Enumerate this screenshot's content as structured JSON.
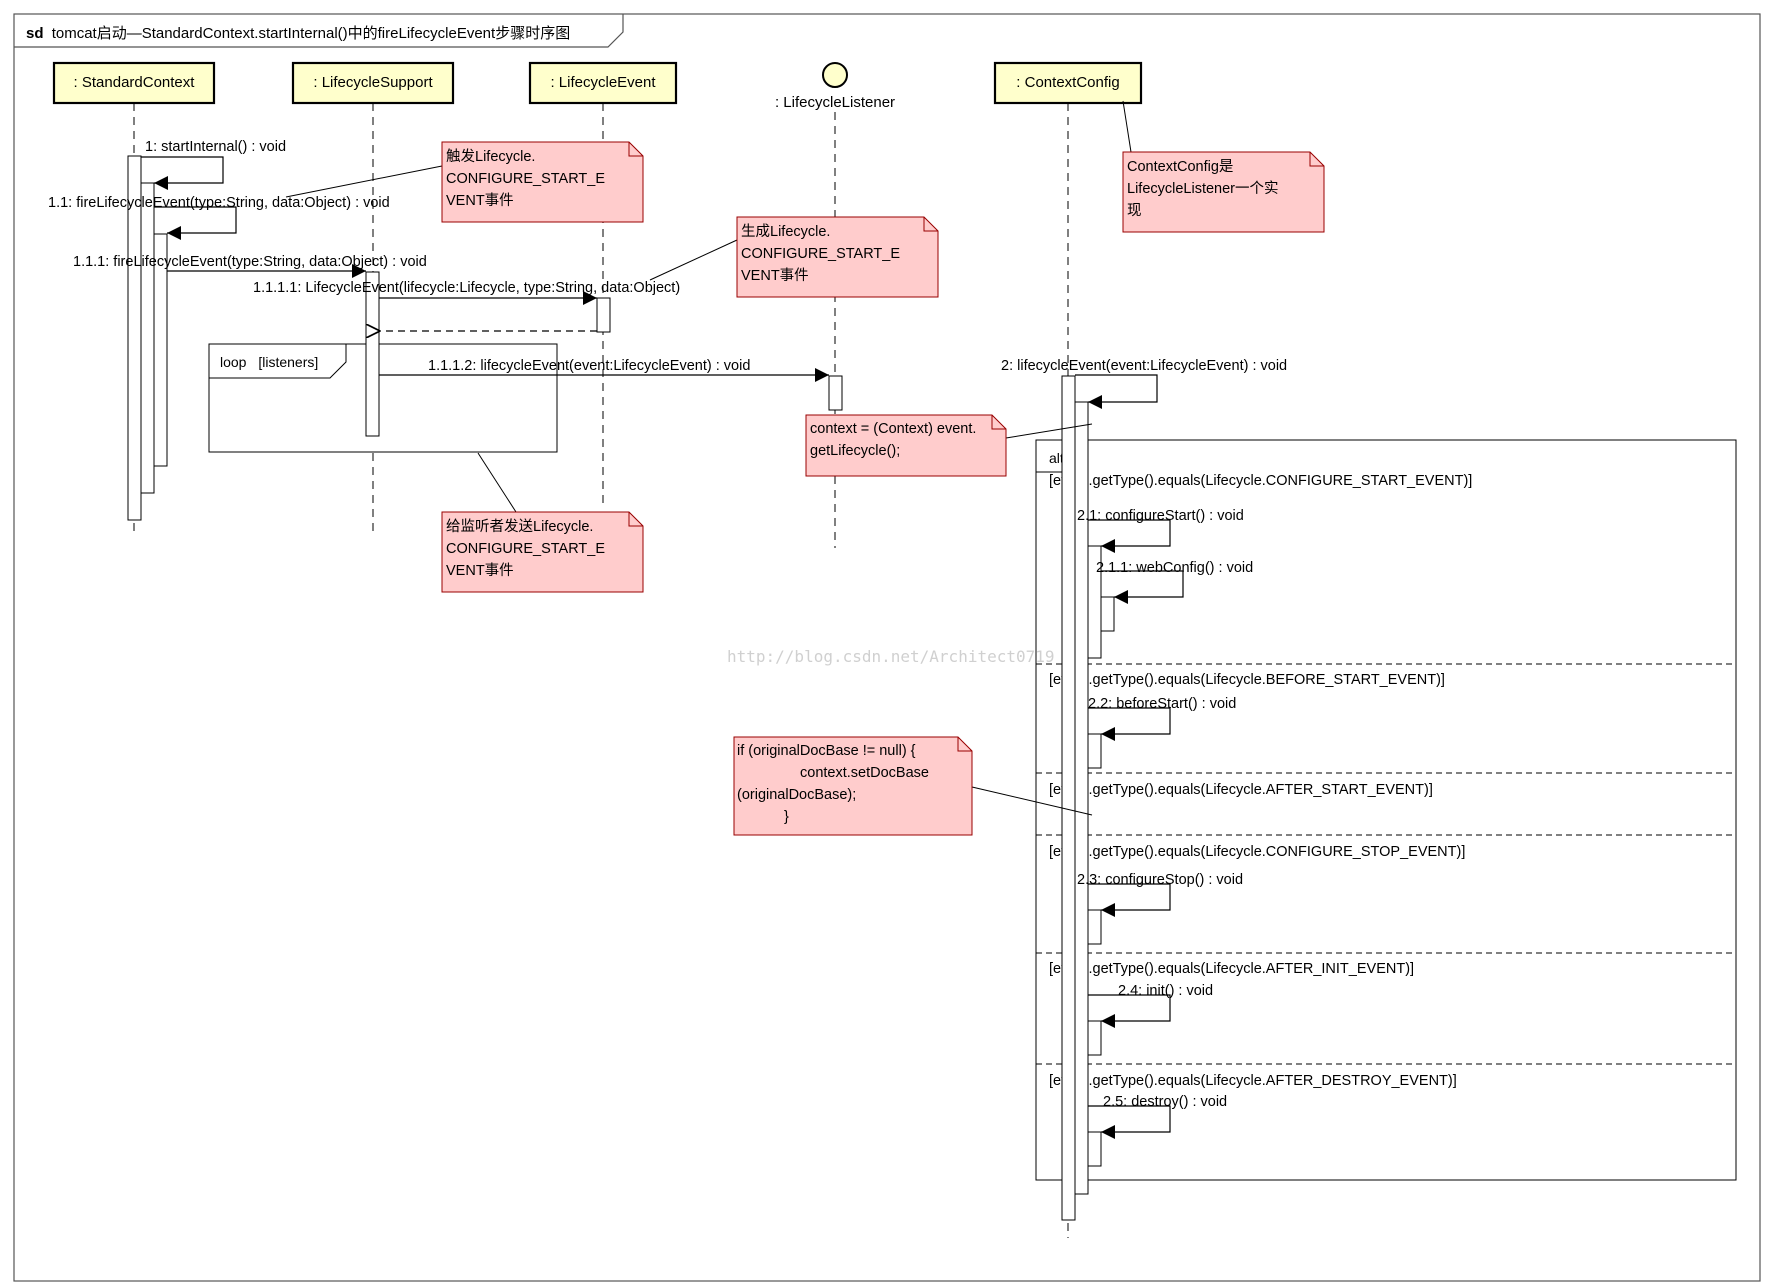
{
  "diagram": {
    "frame_keyword": "sd",
    "frame_title": "tomcat启动—StandardContext.startInternal()中的fireLifecycleEvent步骤时序图",
    "lifelines": [
      {
        "id": "standard-context",
        "label": ": StandardContext"
      },
      {
        "id": "lifecycle-support",
        "label": ": LifecycleSupport"
      },
      {
        "id": "lifecycle-event",
        "label": ": LifecycleEvent"
      },
      {
        "id": "lifecycle-listener",
        "label": ": LifecycleListener"
      },
      {
        "id": "context-config",
        "label": ": ContextConfig"
      }
    ],
    "messages": [
      {
        "id": "m1",
        "label": "1: startInternal() : void"
      },
      {
        "id": "m1-1",
        "label": "1.1: fireLifecycleEvent(type:String, data:Object) : void"
      },
      {
        "id": "m1-1-1",
        "label": "1.1.1: fireLifecycleEvent(type:String, data:Object) : void"
      },
      {
        "id": "m1-1-1-1",
        "label": "1.1.1.1: LifecycleEvent(lifecycle:Lifecycle, type:String, data:Object)"
      },
      {
        "id": "m1-1-1-2",
        "label": "1.1.1.2: lifecycleEvent(event:LifecycleEvent) : void"
      },
      {
        "id": "m2",
        "label": "2: lifecycleEvent(event:LifecycleEvent) : void"
      },
      {
        "id": "m2-1",
        "label": "2.1: configureStart() : void"
      },
      {
        "id": "m2-1-1",
        "label": "2.1.1: webConfig() : void"
      },
      {
        "id": "m2-2",
        "label": "2.2: beforeStart() : void"
      },
      {
        "id": "m2-3",
        "label": "2.3: configureStop() : void"
      },
      {
        "id": "m2-4",
        "label": "2.4: init() : void"
      },
      {
        "id": "m2-5",
        "label": "2.5: destroy() : void"
      }
    ],
    "fragments": {
      "loop": {
        "keyword": "loop",
        "guard": "[listeners]"
      },
      "alt": {
        "keyword": "alt",
        "guards": [
          "[event.getType().equals(Lifecycle.CONFIGURE_START_EVENT)]",
          "[event.getType().equals(Lifecycle.BEFORE_START_EVENT)]",
          "[event.getType().equals(Lifecycle.AFTER_START_EVENT)]",
          "[event.getType().equals(Lifecycle.CONFIGURE_STOP_EVENT)]",
          "[event.getType().equals(Lifecycle.AFTER_INIT_EVENT)]",
          "[event.getType().equals(Lifecycle.AFTER_DESTROY_EVENT)]"
        ]
      }
    },
    "notes": [
      {
        "id": "note-trigger",
        "lines": [
          "触发Lifecycle.",
          "CONFIGURE_START_E",
          "VENT事件"
        ]
      },
      {
        "id": "note-create",
        "lines": [
          "生成Lifecycle.",
          "CONFIGURE_START_E",
          "VENT事件"
        ]
      },
      {
        "id": "note-notify",
        "lines": [
          "给监听者发送Lifecycle.",
          "CONFIGURE_START_E",
          "VENT事件"
        ]
      },
      {
        "id": "note-contextconfig",
        "lines": [
          "ContextConfig是",
          "LifecycleListener一个实",
          "现"
        ]
      },
      {
        "id": "note-context",
        "lines": [
          "context = (Context) event.",
          "getLifecycle();"
        ]
      },
      {
        "id": "note-docbase",
        "lines": [
          "if (originalDocBase != null) {",
          "context.setDocBase",
          "(originalDocBase);",
          "}"
        ]
      }
    ],
    "watermark": "http://blog.csdn.net/Architect0719",
    "colors": {
      "lifeline_head_fill": "#ffffcc",
      "note_fill": "#ffcccc",
      "note_border": "#990000",
      "line": "#000000"
    }
  }
}
